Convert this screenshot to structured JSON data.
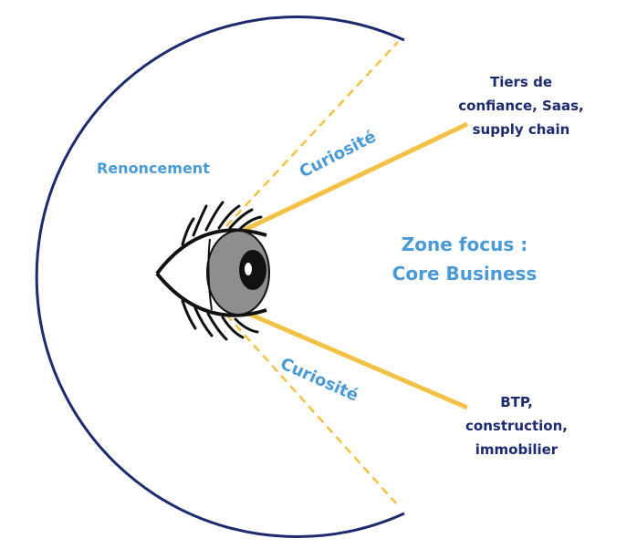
{
  "labels": {
    "renoncement": "Renoncement",
    "curiosite_top": "Curiosité",
    "curiosite_bottom": "Curiosité",
    "focus_line1": "Zone focus :",
    "focus_line2": "Core Business"
  },
  "sectors": {
    "top": [
      "Tiers de",
      "confiance, Saas,",
      "supply chain"
    ],
    "bottom": [
      "BTP,",
      "construction,",
      "immobilier"
    ]
  },
  "colors": {
    "arc": "#1d2a6e",
    "rays": "#f2c247",
    "label_blue": "#4a9ad8",
    "label_navy": "#1d2a6e",
    "iris": "#8e8e8e",
    "pupil": "#111111"
  }
}
